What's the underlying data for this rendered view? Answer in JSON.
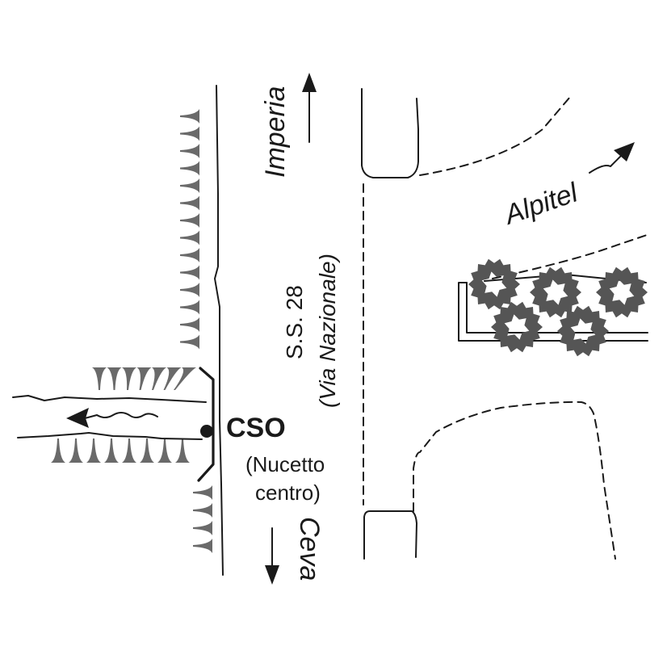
{
  "labels": {
    "north_destination": "Imperia",
    "south_destination": "Ceva",
    "east_destination": "Alpitel",
    "road_number": "S.S. 28",
    "road_name": "(Via Nazionale)",
    "outfall_code": "CSO",
    "outfall_name_line1": "(Nucetto",
    "outfall_name_line2": "centro)"
  },
  "colors": {
    "ink": "#1a1a1a",
    "embankment_hatch": "#6a6a6a",
    "tree_canopy": "#555555",
    "background": "#ffffff"
  },
  "legend_symbols": {
    "embankment": "slope-hatch",
    "trees": "tree-canopy",
    "outfall": "cso-point",
    "flow_direction": "arrow"
  },
  "counts": {
    "upper_embankment_hatches": 14,
    "lower_embankment_hatches": 4,
    "stream_north_bank_hatches": 7,
    "stream_south_bank_hatches": 8,
    "trees": 5
  }
}
